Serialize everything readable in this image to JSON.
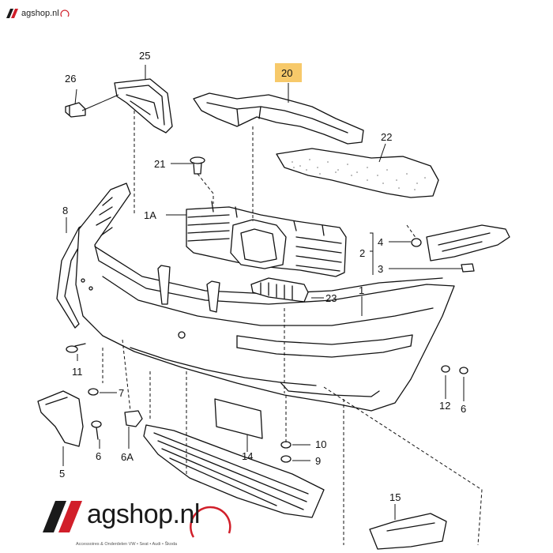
{
  "header": {
    "logo_text": "agshop.nl"
  },
  "footer": {
    "logo_text": "agshop.nl",
    "tagline": "Accessoires & Onderdelen VW • Seat • Audi • Škoda"
  },
  "colors": {
    "highlight": "#f7c96a",
    "logo_red": "#d11f2a",
    "logo_black": "#1a1a1a"
  },
  "diagram": {
    "highlighted_part": "20",
    "labels": {
      "p25": "25",
      "p26": "26",
      "p20": "20",
      "p22": "22",
      "p21": "21",
      "p1A": "1A",
      "p8": "8",
      "p4": "4",
      "p2": "2",
      "p3": "3",
      "p23": "23",
      "p1": "1",
      "p11": "11",
      "p7": "7",
      "p12": "12",
      "p6a": "6",
      "p6b": "6",
      "p6A": "6A",
      "p5": "5",
      "p14": "14",
      "p10": "10",
      "p9": "9",
      "p15": "15"
    }
  }
}
